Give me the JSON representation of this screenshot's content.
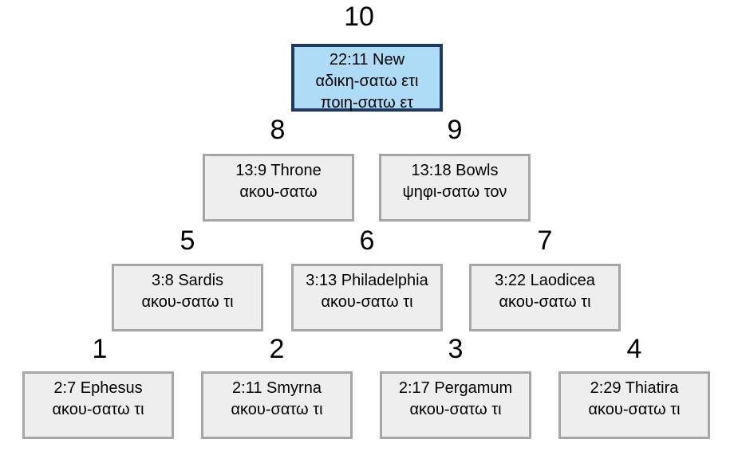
{
  "colors": {
    "background": "#ffffff",
    "gray_box_fill": "#eeeeee",
    "gray_box_border": "#a6a6a6",
    "highlight_box_fill": "#aedcf7",
    "highlight_box_border": "#1f3864",
    "text": "#000000"
  },
  "nodes": [
    {
      "number": "1",
      "lines": [
        "2:7 Ephesus",
        "ακου-σατω τι"
      ]
    },
    {
      "number": "2",
      "lines": [
        "2:11 Smyrna",
        "ακου-σατω τι"
      ]
    },
    {
      "number": "3",
      "lines": [
        "2:17 Pergamum",
        "ακου-σατω τι"
      ]
    },
    {
      "number": "4",
      "lines": [
        "2:29 Thiatira",
        "ακου-σατω τι"
      ]
    },
    {
      "number": "5",
      "lines": [
        "3:8 Sardis",
        "ακου-σατω τι"
      ]
    },
    {
      "number": "6",
      "lines": [
        "3:13 Philadelphia",
        "ακου-σατω τι"
      ]
    },
    {
      "number": "7",
      "lines": [
        "3:22 Laodicea",
        "ακου-σατω τι"
      ]
    },
    {
      "number": "8",
      "lines": [
        "13:9 Throne",
        "ακου-σατω"
      ]
    },
    {
      "number": "9",
      "lines": [
        "13:18 Bowls",
        "ψηφι-σατω τον"
      ]
    },
    {
      "number": "10",
      "lines": [
        "22:11 New",
        "αδικη-σατω ετι",
        "ποιη-σατω ετ"
      ],
      "highlighted": true
    }
  ]
}
